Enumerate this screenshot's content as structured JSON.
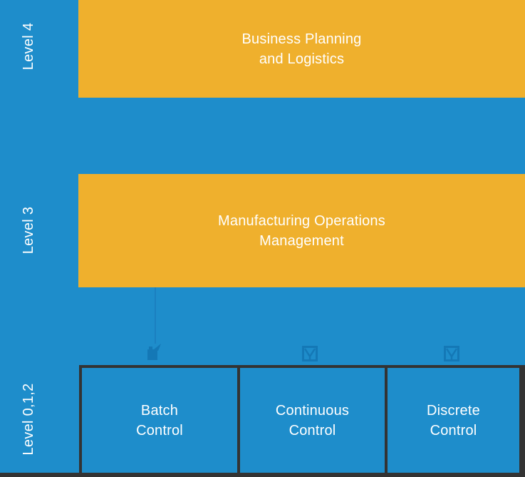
{
  "colors": {
    "background": "#1e8dcb",
    "box_orange": "#efb02d",
    "border_dark": "#333333",
    "text": "#ffffff",
    "icon": "#1478b6",
    "connector": "#1b80c0"
  },
  "levels": {
    "level4": {
      "side_label": "Level 4",
      "box_line1": "Business Planning",
      "box_line2": "and Logistics"
    },
    "level3": {
      "side_label": "Level 3",
      "box_line1": "Manufacturing Operations",
      "box_line2": "Management"
    },
    "level012": {
      "side_label": "Level 0,1,2",
      "cells": [
        {
          "line1": "Batch",
          "line2": "Control",
          "icon": "batch-vessel-icon"
        },
        {
          "line1": "Continuous",
          "line2": "Control",
          "icon": "funnel-icon"
        },
        {
          "line1": "Discrete",
          "line2": "Control",
          "icon": "funnel-icon"
        }
      ]
    }
  }
}
